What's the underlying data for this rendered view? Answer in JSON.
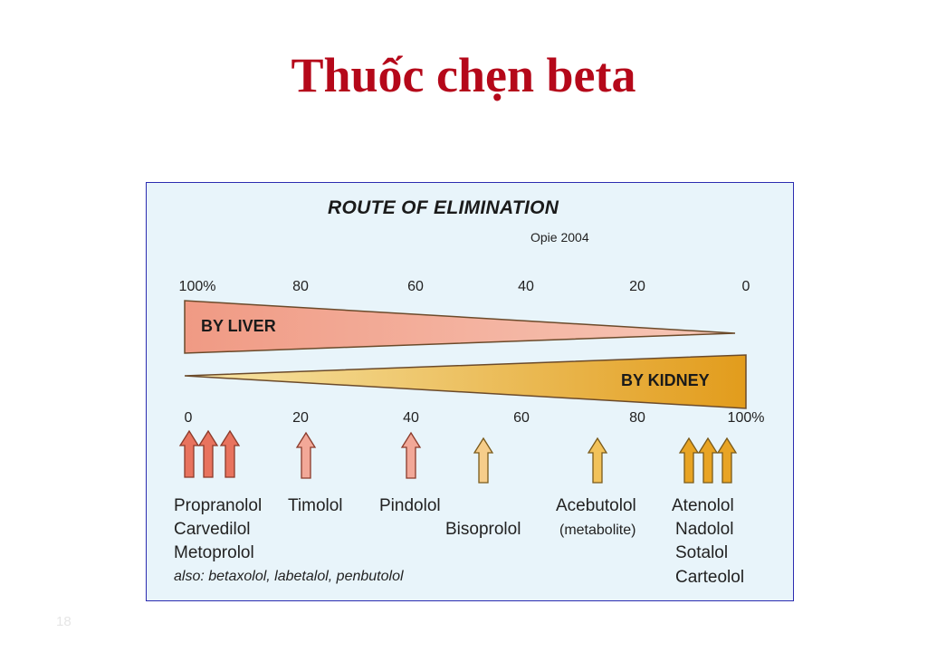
{
  "slide": {
    "title": "Thuốc chẹn beta",
    "page_number": "18"
  },
  "figure": {
    "title": "ROUTE OF ELIMINATION",
    "source": "Opie 2004",
    "liver_scale": [
      "100%",
      "80",
      "60",
      "40",
      "20",
      "0"
    ],
    "kidney_scale": [
      "0",
      "20",
      "40",
      "60",
      "80",
      "100%"
    ],
    "liver_label": "BY LIVER",
    "kidney_label": "BY KIDNEY",
    "colors": {
      "liver_fill": "#f2a28c",
      "kidney_fill": "#e8a824",
      "title_red": "#b5081a"
    },
    "drugs": {
      "group1": [
        "Propranolol",
        "Carvedilol",
        "Metoprolol"
      ],
      "timolol": "Timolol",
      "pindolol": "Pindolol",
      "bisoprolol": "Bisoprolol",
      "acebutolol": "Acebutolol",
      "acebutolol_note": "(metabolite)",
      "group_kidney": [
        "Atenolol",
        "Nadolol",
        "Sotalol",
        "Carteolol"
      ]
    },
    "also_text": "also: betaxolol, labetalol, penbutolol"
  }
}
